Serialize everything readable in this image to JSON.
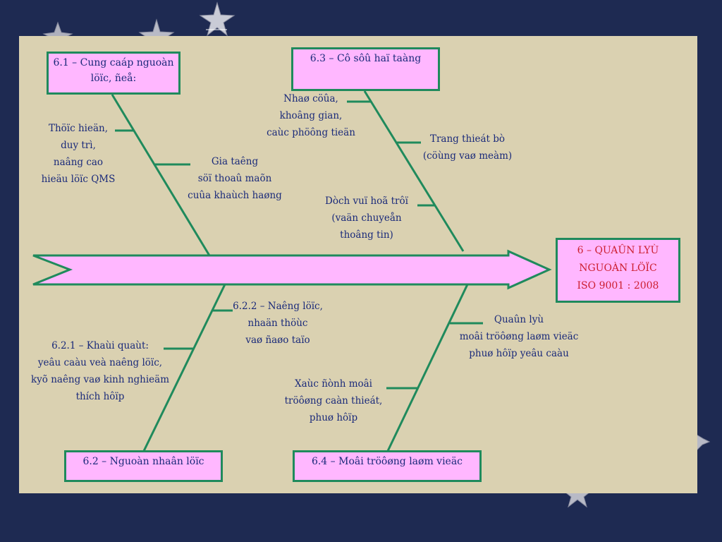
{
  "diagram": {
    "effect": {
      "lines": [
        "6 –  QUAÛN LYÙ",
        "NGUOÀN LÖÏC",
        "ISO 9001 : 2008"
      ],
      "text_color": "#cc1f2f"
    },
    "categories": {
      "c61": {
        "lines": [
          "6.1 – Cung caáp nguoàn",
          "löïc, ñeå:"
        ]
      },
      "c63": {
        "lines": [
          "6.3 – Cô sôû haï taàng"
        ]
      },
      "c62": {
        "lines": [
          "6.2 – Nguoàn nhaân löïc"
        ]
      },
      "c64": {
        "lines": [
          "6.4 – Moâi tröôøng laøm vieäc"
        ]
      }
    },
    "causes": {
      "thuc_hien": {
        "lines": [
          "Thöïc hieän,",
          "duy trì,",
          "naâng cao",
          "hieäu löïc QMS"
        ]
      },
      "gia_tang": {
        "lines": [
          "Gia taêng",
          "söï thoaû maõn",
          "cuûa khaùch haøng"
        ]
      },
      "nha_cua": {
        "lines": [
          "Nhaø cöûa,",
          "khoâng gian,",
          "caùc phöông tieän"
        ]
      },
      "trang_thiet_bi": {
        "lines": [
          "Trang thieát bò",
          "(cöùng vaø meàm)"
        ]
      },
      "dich_vu": {
        "lines": [
          "Dòch vuï hoã trôï",
          "(vaän chuyeån",
          "thoâng tin)"
        ]
      },
      "c622": {
        "lines": [
          "6.2.2 – Naêng löïc,",
          "nhaän thöùc",
          "vaø ñaøo taïo"
        ]
      },
      "c621": {
        "lines": [
          "6.2.1 – Khaùi quaùt:",
          "yeâu caàu veà naêng löïc,",
          "kyõ naêng vaø kinh nghieäm",
          "thích hôïp"
        ]
      },
      "quan_ly": {
        "lines": [
          "Quaûn lyù",
          "moâi tröôøng laøm vieäc",
          "phuø hôïp yeâu caàu"
        ]
      },
      "xac_dinh": {
        "lines": [
          "Xaùc ñònh moâi",
          "tröôøng caàn thieát,",
          "phuø hôïp"
        ]
      }
    },
    "colors": {
      "background": "#1e2a52",
      "slide": "#dad1b1",
      "box_fill": "#ffb7ff",
      "line_green": "#1f8a5c",
      "text_blue": "#1a2a7a"
    }
  }
}
